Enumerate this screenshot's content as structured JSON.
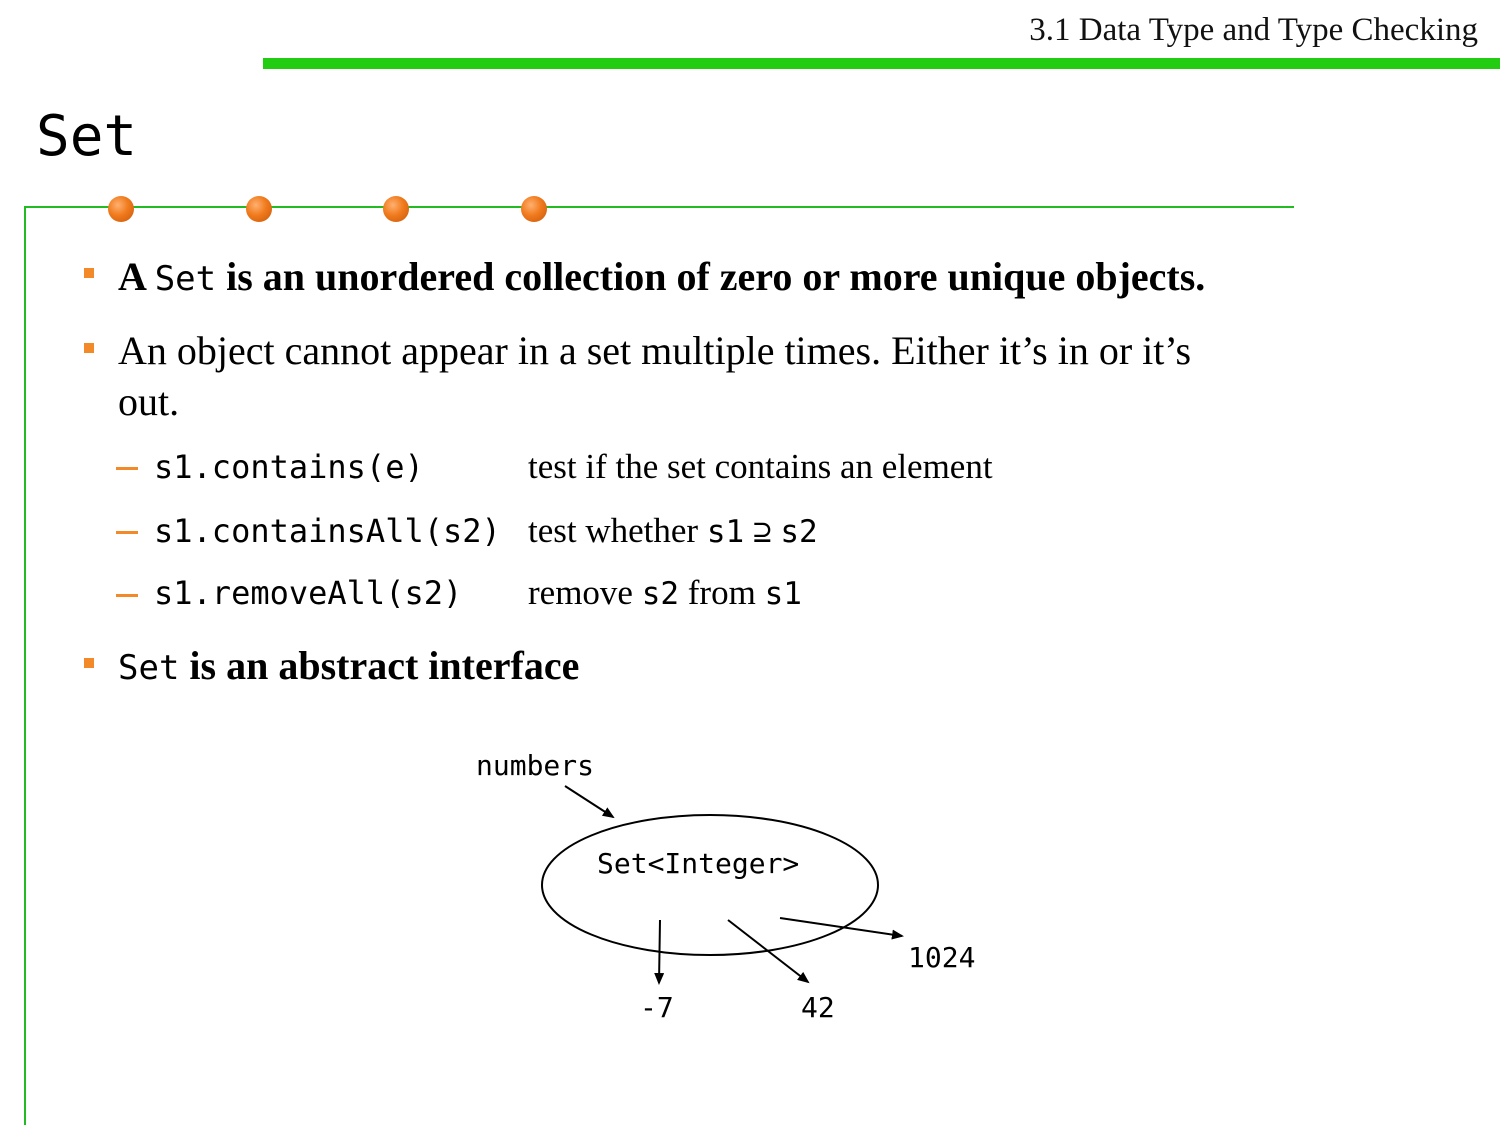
{
  "header": {
    "title": "3.1 Data Type and Type Checking"
  },
  "slide": {
    "title": "Set"
  },
  "bullets": [
    {
      "prefix": "A ",
      "code": "Set",
      "suffix": " is an unordered collection of zero or more unique objects."
    },
    {
      "line1": "An object cannot appear in a set multiple times. Either it’s in or it’s",
      "line2": "out."
    },
    {
      "code": "Set",
      "suffix": " is an abstract interface"
    }
  ],
  "methods": [
    {
      "code": "s1.contains(e)",
      "desc": "test if the set contains an element"
    },
    {
      "code": "s1.containsAll(s2)",
      "desc": "test whether ",
      "a": "s1",
      "op": "⊇",
      "b": "s2"
    },
    {
      "code": "s1.removeAll(s2)",
      "desc": "remove ",
      "a": "s2",
      "mid": " from ",
      "b": "s1"
    }
  ],
  "diagram": {
    "variable": "numbers",
    "type_label": "Set<Integer>",
    "elements": [
      "-7",
      "42",
      "1024"
    ]
  }
}
